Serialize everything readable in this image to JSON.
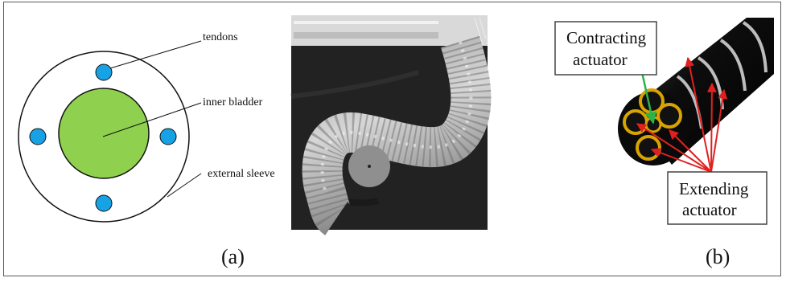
{
  "panel_a": {
    "labels": {
      "tendons": "tendons",
      "inner_bladder": "inner bladder",
      "external_sleeve": "external sleeve"
    },
    "caption": "(a)"
  },
  "panel_b": {
    "contracting_line1": "Contracting",
    "contracting_line2": "actuator",
    "extending_line1": "Extending",
    "extending_line2": "actuator",
    "caption": "(b)"
  },
  "colors": {
    "bladder": "#8fd14f",
    "tendon": "#17a2e6",
    "arrow_contracting": "#2db34a",
    "arrow_extending": "#e02020",
    "photo_background": "#232323",
    "tube_body": "#141414",
    "ring_gold": "#d9a400"
  }
}
